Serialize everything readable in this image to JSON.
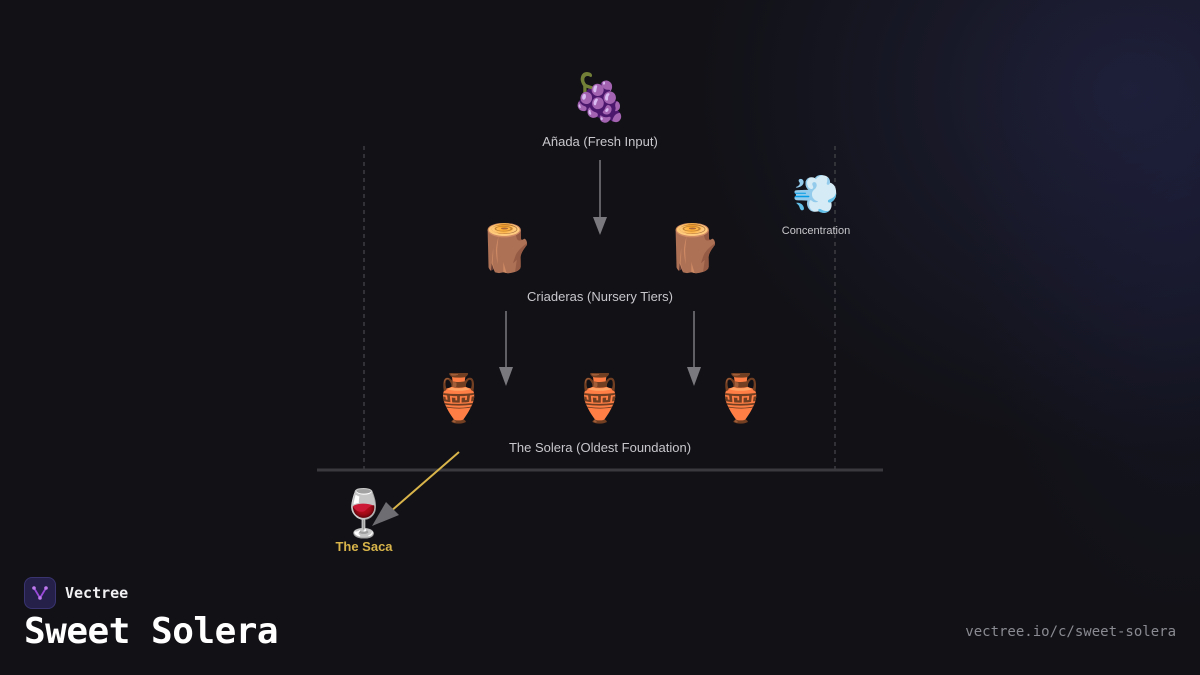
{
  "diagram": {
    "input": {
      "icon": "grapes-icon",
      "glyph": "🍇",
      "label": "Añada (Fresh Input)"
    },
    "criaderas": {
      "icon": "log-icon",
      "glyph": "🪵",
      "label": "Criaderas (Nursery Tiers)"
    },
    "solera": {
      "icon": "amphora-icon",
      "glyph": "🏺",
      "label": "The Solera (Oldest Foundation)"
    },
    "concentration": {
      "icon": "dash-symbol-icon",
      "glyph": "💨",
      "label": "Concentration"
    },
    "saca": {
      "icon": "wine-glass-icon",
      "glyph": "🍷",
      "label": "The Saca"
    },
    "colors": {
      "arrow": "#7a7a7e",
      "saca_arrow": "#d8b44a",
      "base_line": "#3a3a3e",
      "guide": "#3c3c42"
    }
  },
  "branding": {
    "name": "Vectree",
    "title": "Sweet Solera",
    "url": "vectree.io/c/sweet-solera",
    "logo_icon": "vectree-logo-icon",
    "accent": "#9a4ad8"
  }
}
